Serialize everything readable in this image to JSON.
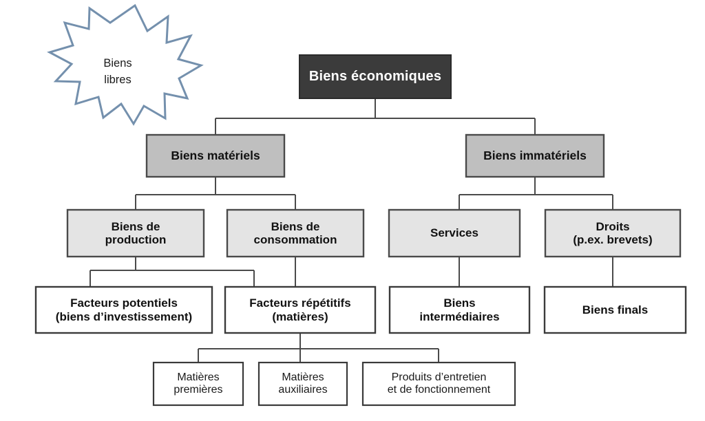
{
  "diagram": {
    "title_text_language": "fr",
    "colors": {
      "root_fill": "#3b3b3b",
      "root_text": "#ffffff",
      "level2_fill": "#bfbfbf",
      "level3_fill": "#e4e4e4",
      "level4_fill": "#ffffff",
      "level5_fill": "#ffffff",
      "border": "#4a4a4a",
      "connector": "#4a4a4a",
      "star_stroke": "#7490ad",
      "star_fill": "#ffffff",
      "page_bg": "#ffffff"
    },
    "aside": {
      "shape": "starburst-callout",
      "line1": "Biens",
      "line2": "libres"
    },
    "nodes": {
      "root": {
        "label": "Biens économiques"
      },
      "level2": [
        {
          "id": "biens-materiels",
          "label": "Biens matériels"
        },
        {
          "id": "biens-immateriels",
          "label": "Biens immatériels"
        }
      ],
      "level3": [
        {
          "id": "biens-de-production",
          "line1": "Biens de",
          "line2": "production"
        },
        {
          "id": "biens-de-consommation",
          "line1": "Biens de",
          "line2": "consommation"
        },
        {
          "id": "services",
          "line1": "Services",
          "line2": ""
        },
        {
          "id": "droits",
          "line1": "Droits",
          "line2": "(p.ex. brevets)"
        }
      ],
      "level4": [
        {
          "id": "facteurs-potentiels",
          "line1": "Facteurs potentiels",
          "line2": "(biens d’investissement)"
        },
        {
          "id": "facteurs-repetitifs",
          "line1": "Facteurs répétitifs",
          "line2": "(matières)"
        },
        {
          "id": "biens-intermediaires",
          "line1": "Biens",
          "line2": "intermédiaires"
        },
        {
          "id": "biens-finals",
          "line1": "Biens finals",
          "line2": ""
        }
      ],
      "level5": [
        {
          "id": "matieres-premieres",
          "line1": "Matières",
          "line2": "premières"
        },
        {
          "id": "matieres-auxiliaires",
          "line1": "Matières",
          "line2": "auxiliaires"
        },
        {
          "id": "produits-entretien",
          "line1": "Produits d’entretien",
          "line2": "et de fonctionnement"
        }
      ]
    }
  }
}
